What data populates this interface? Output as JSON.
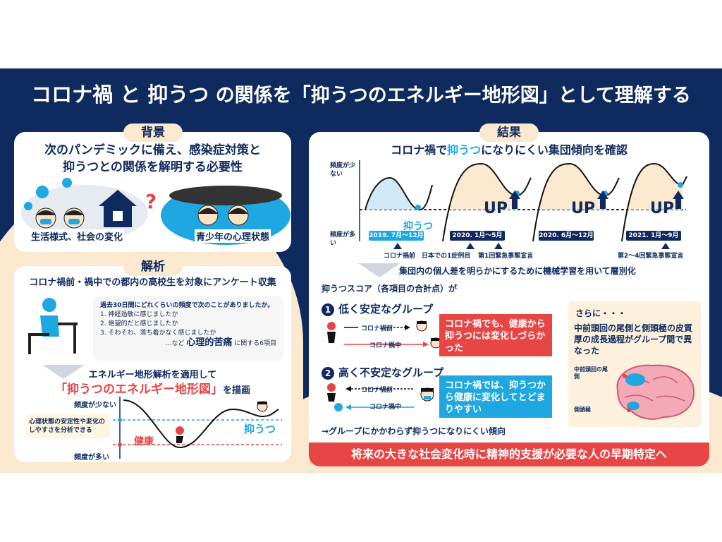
{
  "title": {
    "prefix": "コロナ禍 と 抑うつ",
    "suffix": " の関係を「抑うつのエネルギー地形図」として理解する"
  },
  "background": {
    "label": "背景",
    "headline_line1": "次のパンデミックに備え、感染症対策と",
    "headline_line2": "抑うつとの関係を解明する必要性",
    "caption_left": "生活様式、社会の変化",
    "caption_right": "青少年の心理状態",
    "question_mark": "?"
  },
  "analysis": {
    "label": "解析",
    "survey_line": "コロナ禍前・禍中での都内の高校生を対象にアンケート収集",
    "question_intro": "過去30日間にどれくらいの頻度で次のことがありましたか。",
    "items": [
      "1. 神経過敏に感じましたか",
      "2. 絶望的だと感じましたか",
      "3. そわそわ、落ち着かなく感じましたか"
    ],
    "etc": "…など",
    "distress_pre": "心理的苦痛",
    "distress_post": "に関する6項目",
    "method_line1": "エネルギー地形解析を適用して",
    "method_line2_quote": "「抑うつのエネルギー地形図」",
    "method_line2_post": "を描画",
    "freq_low": "頻度が少ない",
    "freq_high": "頻度が多い",
    "note": "心理状態の安定性や変化のしやすさを分析できる",
    "label_healthy": "健康",
    "label_depressed": "抑うつ"
  },
  "results": {
    "label": "結果",
    "headline_pre": "コロナ禍で",
    "headline_hl": "抑うつ",
    "headline_post": "になりにくい集団傾向を確認",
    "axis_low": "頻度が少ない",
    "axis_high": "頻度が多い",
    "depressed_label": "抑うつ",
    "up_label": "UP",
    "periods": [
      "2019. 7月～12月",
      "2020. 1月～5月",
      "2020. 6月～12月",
      "2021. 1月～9月"
    ],
    "events": [
      "コロナ禍前",
      "日本での1症例目",
      "第1回緊急事態宣言",
      "第2～4回緊急事態宣言"
    ],
    "ml_line": "集団内の個人差を明らかにするために機械学習を用いて層別化",
    "score_line": "抑うつスコア（各項目の合計点）が",
    "group1": {
      "num": "1",
      "title": "低く安定なグループ",
      "before": "コロナ禍前",
      "during": "コロナ禍中",
      "text": "コロナ禍でも、健康から抑うつには変化しづらかった"
    },
    "group2": {
      "num": "2",
      "title": "高く不安定なグループ",
      "before": "コロナ禍前",
      "during": "コロナ禍中",
      "text": "コロナ禍では、抑うつから健康に変化してとどまりやすい"
    },
    "conclusion": "→グループにかかわらず抑うつになりにくい傾向",
    "furthermore": "さらに・・・",
    "brain_text": "中前頭回の尾側と側頭極の皮質厚の成長過程がグループ間で異なった",
    "brain_label1": "中前頭回の尾側",
    "brain_label2": "側頭極",
    "bottom": "将来の大きな社会変化時に精神的支援が必要な人の早期特定へ"
  },
  "colors": {
    "navy": "#0f2a5e",
    "cream": "#fbe9cf",
    "red": "#e84545",
    "blue": "#1ea7e1"
  }
}
